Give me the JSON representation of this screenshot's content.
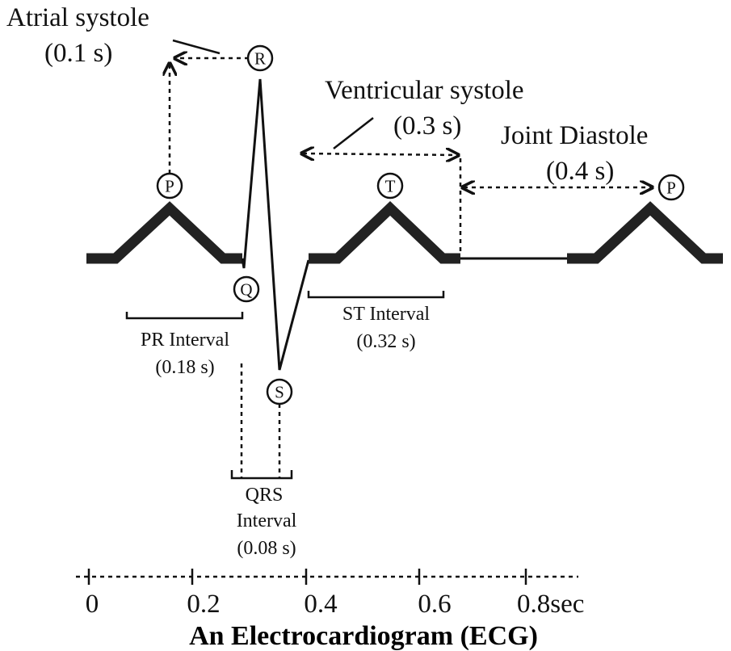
{
  "title": "An Electrocardiogram (ECG)",
  "waves": {
    "p1": "P",
    "r": "R",
    "q": "Q",
    "s": "S",
    "t": "T",
    "p2": "P"
  },
  "atrial_systole": {
    "label": "Atrial systole",
    "duration": "(0.1 s)"
  },
  "ventricular_systole": {
    "label": "Ventricular systole",
    "duration": "(0.3 s)"
  },
  "joint_diastole": {
    "label": "Joint Diastole",
    "duration": "(0.4 s)"
  },
  "pr_interval": {
    "label": "PR Interval",
    "duration": "(0.18 s)"
  },
  "st_interval": {
    "label": "ST Interval",
    "duration": "(0.32 s)"
  },
  "qrs_interval": {
    "line1": "QRS",
    "line2": "Interval",
    "duration": "(0.08 s)"
  },
  "time_axis": {
    "ticks": [
      "0",
      "0.2",
      "0.4",
      "0.6",
      "0.8sec"
    ]
  }
}
